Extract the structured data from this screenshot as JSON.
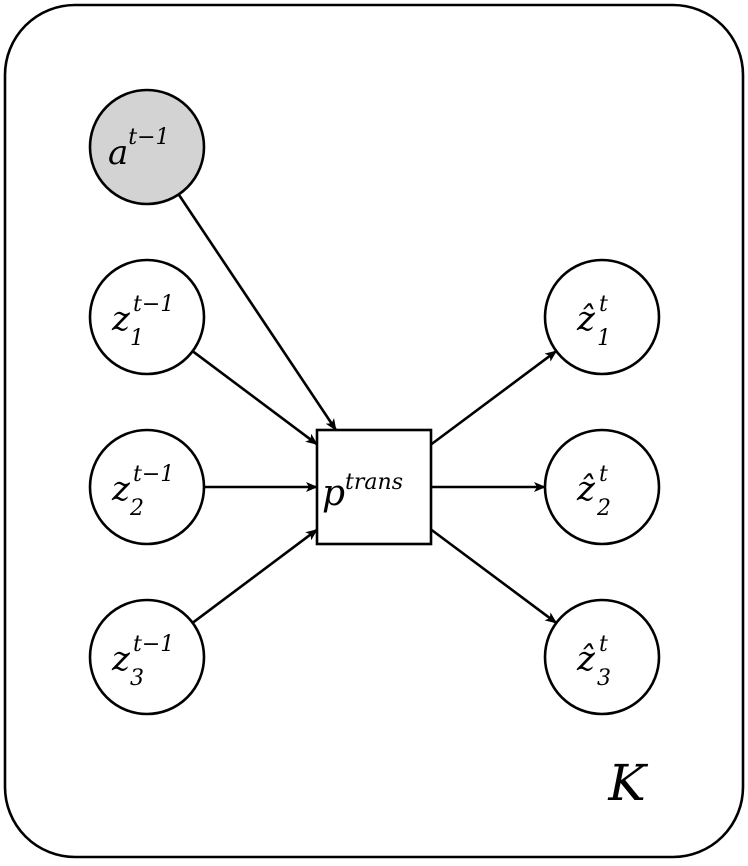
{
  "plate": {
    "label": "K"
  },
  "factor": {
    "base": "p",
    "sup": "trans"
  },
  "inputs": [
    {
      "id": "a",
      "base": "a",
      "sup": "t−1",
      "sub": "",
      "observed": true
    },
    {
      "id": "z1",
      "base": "z",
      "sup": "t−1",
      "sub": "1",
      "observed": false
    },
    {
      "id": "z2",
      "base": "z",
      "sup": "t−1",
      "sub": "2",
      "observed": false
    },
    {
      "id": "z3",
      "base": "z",
      "sup": "t−1",
      "sub": "3",
      "observed": false
    }
  ],
  "outputs": [
    {
      "id": "zh1",
      "base": "ẑ",
      "sup": "t",
      "sub": "1"
    },
    {
      "id": "zh2",
      "base": "ẑ",
      "sup": "t",
      "sub": "2"
    },
    {
      "id": "zh3",
      "base": "ẑ",
      "sup": "t",
      "sub": "3"
    }
  ],
  "edges": [
    {
      "from": "a",
      "to": "factor"
    },
    {
      "from": "z1",
      "to": "factor"
    },
    {
      "from": "z2",
      "to": "factor"
    },
    {
      "from": "z3",
      "to": "factor"
    },
    {
      "from": "factor",
      "to": "zh1"
    },
    {
      "from": "factor",
      "to": "zh2"
    },
    {
      "from": "factor",
      "to": "zh3"
    }
  ],
  "colors": {
    "observed_fill": "#d3d3d3",
    "latent_fill": "#ffffff",
    "stroke": "#000000"
  }
}
